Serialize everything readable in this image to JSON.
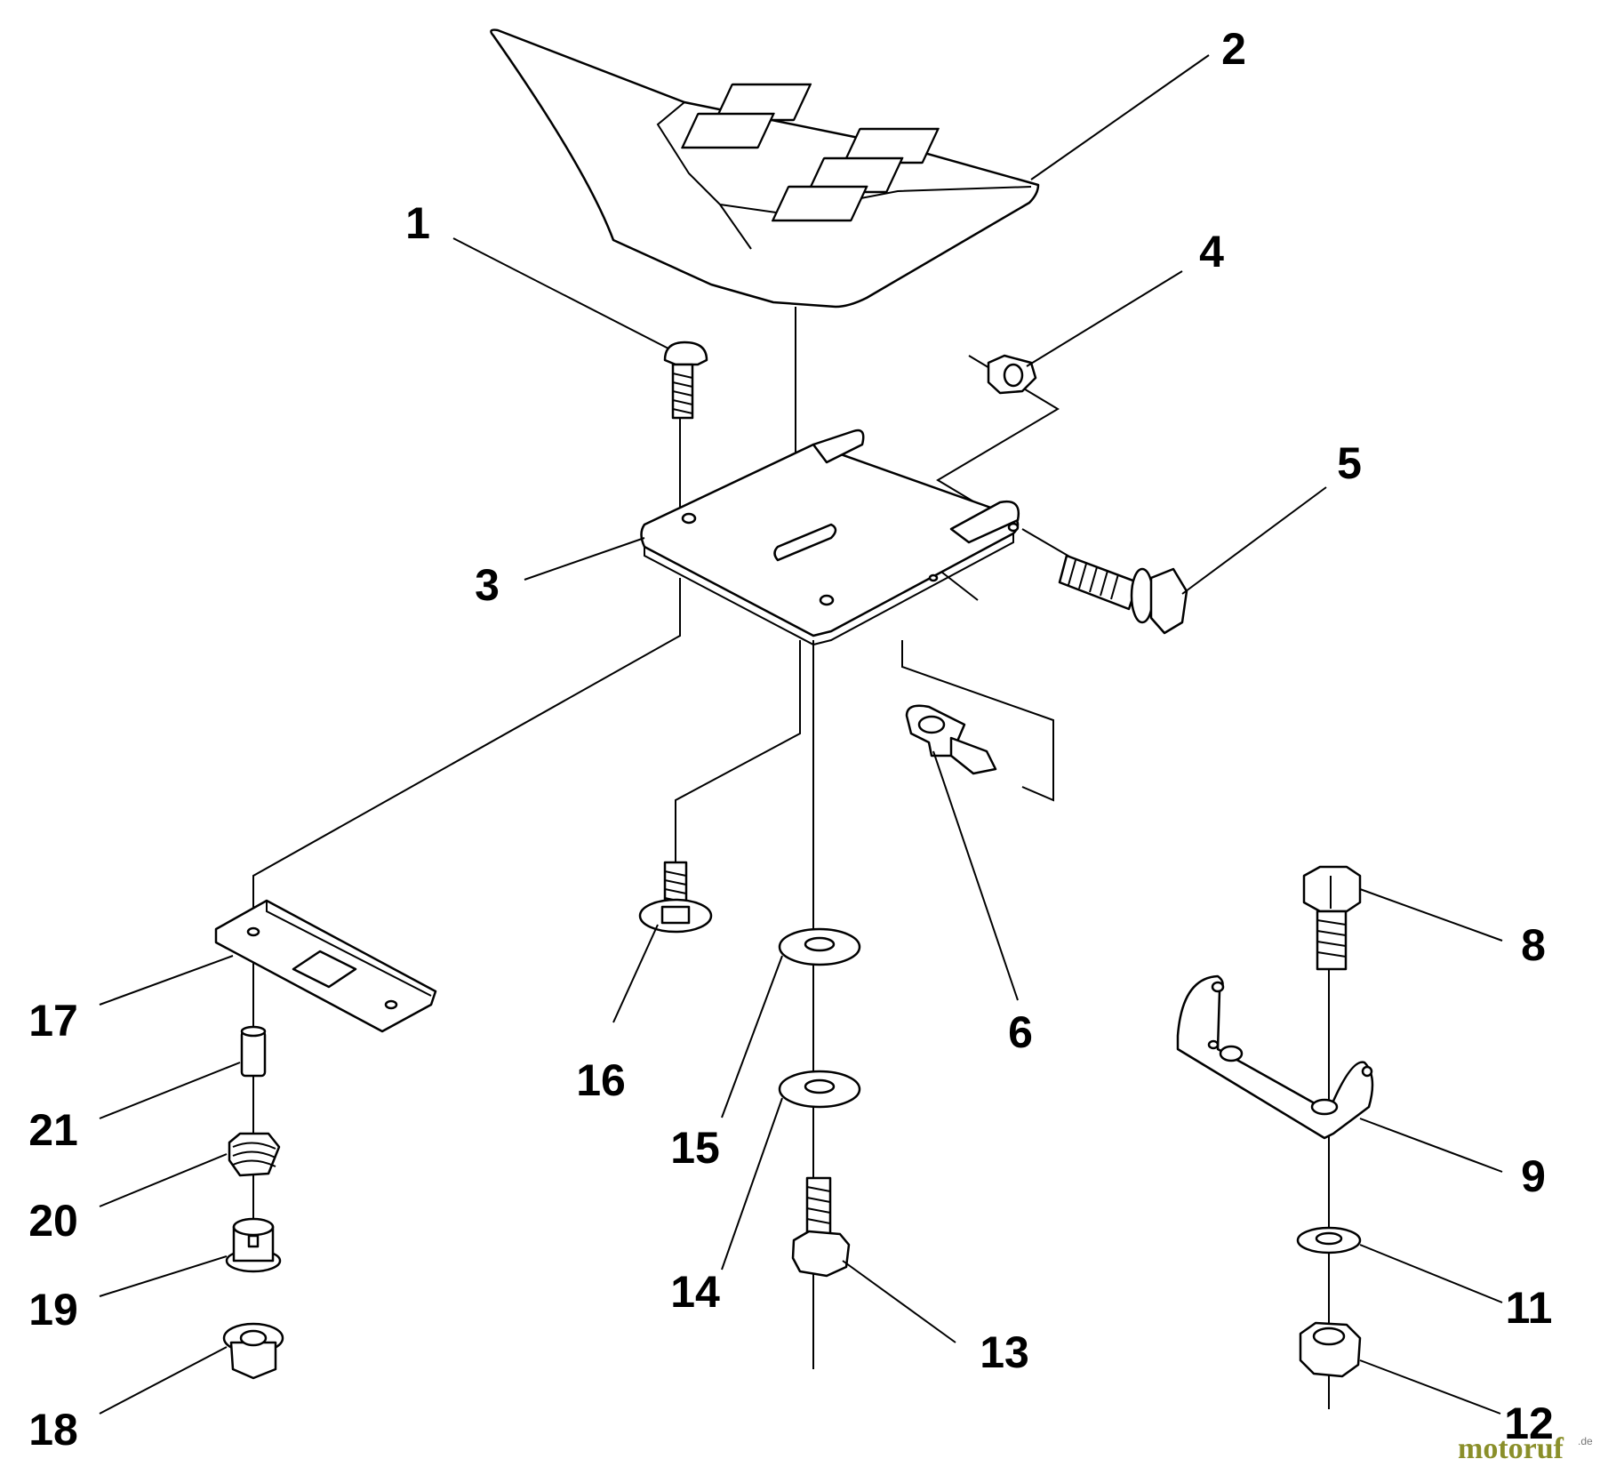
{
  "callouts": [
    {
      "num": "1"
    },
    {
      "num": "2"
    },
    {
      "num": "3"
    },
    {
      "num": "4"
    },
    {
      "num": "5"
    },
    {
      "num": "6"
    },
    {
      "num": "8"
    },
    {
      "num": "9"
    },
    {
      "num": "11"
    },
    {
      "num": "12"
    },
    {
      "num": "13"
    },
    {
      "num": "14"
    },
    {
      "num": "15"
    },
    {
      "num": "16"
    },
    {
      "num": "17"
    },
    {
      "num": "18"
    },
    {
      "num": "19"
    },
    {
      "num": "20"
    },
    {
      "num": "21"
    }
  ],
  "watermark": {
    "brand": "motoruf",
    "suffix": ".de"
  }
}
